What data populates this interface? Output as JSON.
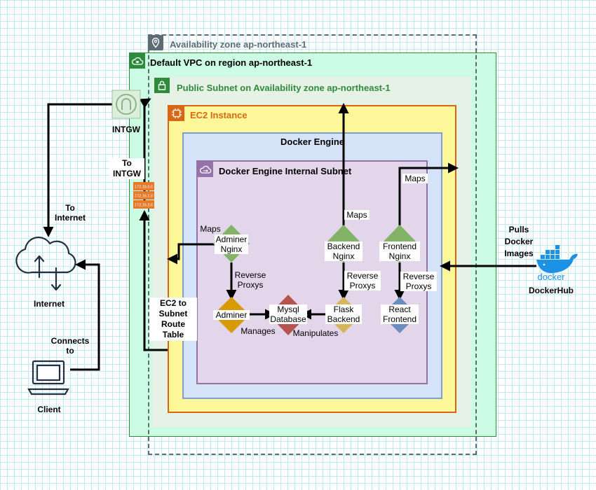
{
  "groups": {
    "availability_zone": "Availability zone ap-northeast-1",
    "vpc": "Default VPC on region ap-northeast-1",
    "public_subnet": "Public Subnet on Availability zone ap-northeast-1",
    "ec2": "EC2 Instance",
    "docker_engine": "Docker Engine",
    "internal_subnet": "Docker Engine Internal Subnet"
  },
  "nodes": {
    "intgw": "INTGW",
    "internet": "Internet",
    "client": "Client",
    "dockerhub": "DockerHub",
    "docker_logo": "docker",
    "route_table_rows": [
      "172.16.0.0",
      "172.16.1.0",
      "172.16.2.0"
    ],
    "adminer_nginx": [
      "Adminer",
      "Nginx"
    ],
    "backend_nginx": [
      "Backend",
      "Nginx"
    ],
    "frontend_nginx": [
      "Frontend",
      "Nginx"
    ],
    "adminer": "Adminer",
    "mysql": [
      "Mysql",
      "Database"
    ],
    "flask": [
      "Flask",
      "Backend"
    ],
    "react": [
      "React",
      "Frontend"
    ]
  },
  "edge_labels": {
    "to_internet": [
      "To",
      "Internet"
    ],
    "to_intgw": [
      "To",
      "INTGW"
    ],
    "connects_to": [
      "Connects",
      "to"
    ],
    "ec2_route": [
      "EC2 to",
      "Subnet",
      "Route",
      "Table"
    ],
    "pulls_images": [
      "Pulls",
      "Docker",
      "Images"
    ],
    "maps_adminer": "Maps",
    "maps_backend": "Maps",
    "maps_frontend": "Maps",
    "reverse_proxys_1": [
      "Reverse",
      "Proxys"
    ],
    "reverse_proxys_2": [
      "Reverse",
      "Proxys"
    ],
    "reverse_proxys_3": [
      "Reverse",
      "Proxys"
    ],
    "manages": "Manages",
    "manipulates": "Manipulates"
  },
  "colors": {
    "zone_border": "#5f6b73",
    "vpc_fill": "#ccfce3",
    "vpc_border": "#2e8b3c",
    "subnet_fill": "#e6f2e6",
    "ec2_fill": "#fff89a",
    "ec2_border": "#d86613",
    "engine_fill": "#d4e3f7",
    "inner_fill": "#e3d5ea",
    "nginx_green": "#82b366",
    "adminer_orange": "#d79b00",
    "mysql_red": "#b85450",
    "flask_gold": "#d6b656",
    "react_blue": "#6c8ebf",
    "docker_blue": "#1d91e6"
  }
}
